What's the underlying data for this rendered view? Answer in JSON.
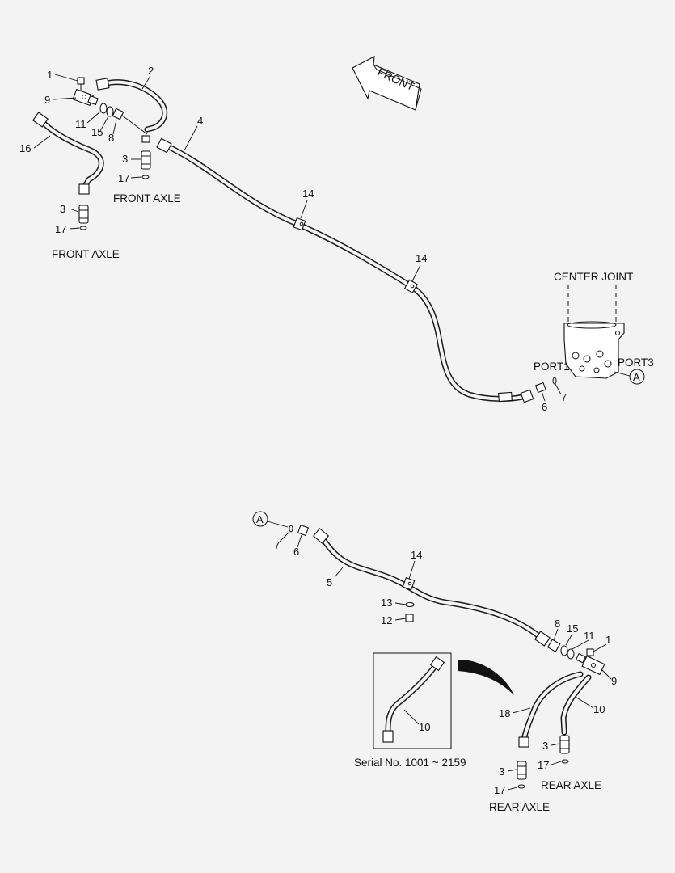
{
  "arrow_label": "FRONT",
  "callouts": {
    "c1_top": "1",
    "c2_top": "2",
    "c9_top": "9",
    "c11_top": "11",
    "c15_top": "15",
    "c8_top": "8",
    "c16_top": "16",
    "c3_top_a": "3",
    "c17_top_a": "17",
    "c4": "4",
    "c3_top_b": "3",
    "c17_top_b": "17",
    "c14_a": "14",
    "c14_b": "14",
    "c7_top": "7",
    "c6_top": "6",
    "c7_bot": "7",
    "c6_bot": "6",
    "c5": "5",
    "c14_c": "14",
    "c13": "13",
    "c12": "12",
    "c8_bot": "8",
    "c15_bot": "15",
    "c11_bot": "11",
    "c1_bot": "1",
    "c9_bot": "9",
    "c10_r": "10",
    "c18": "18",
    "c3_bot_a": "3",
    "c17_bot_a": "17",
    "c3_bot_b": "3",
    "c17_bot_b": "17",
    "c10_inset": "10"
  },
  "captions": {
    "front_axle_1": "FRONT AXLE",
    "front_axle_2": "FRONT AXLE",
    "center_joint": "CENTER JOINT",
    "port1": "PORT1",
    "port3": "PORT3",
    "rear_axle_1": "REAR AXLE",
    "rear_axle_2": "REAR AXLE",
    "serial": "Serial No. 1001 ~ 2159"
  },
  "ref_marks": {
    "a_top": "A",
    "a_bottom": "A"
  }
}
